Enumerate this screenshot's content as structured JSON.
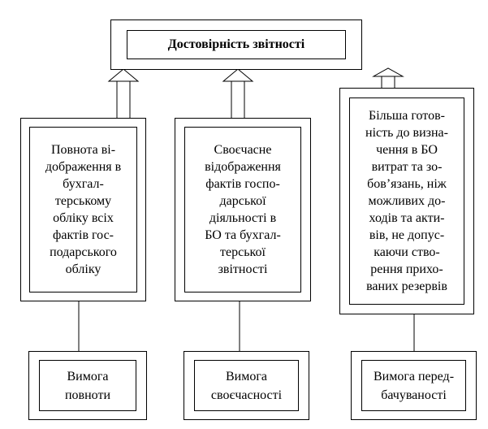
{
  "title": "Достовірність звітності",
  "columns": [
    {
      "description": "Повнота ві-\nдображення в\nбухгал-\nтерському\nобліку всіх\nфактів гос-\nподарського\nобліку",
      "requirement": "Вимога\nповноти"
    },
    {
      "description": "Своєчасне\nвідображення\nфактів госпо-\nдарської\nдіяльності в\nБО та бухгал-\nтерської\nзвітності",
      "requirement": "Вимога\nсвоєчасності"
    },
    {
      "description": "Більша готов-\nність до визна-\nчення в БО\nвитрат та зо-\nбов’язань, ніж\nможливих до-\nходів та акти-\nвів, не допус-\nкаючи ство-\nрення прихо-\nваних резервів",
      "requirement": "Вимога перед-\nбачуваності"
    }
  ]
}
